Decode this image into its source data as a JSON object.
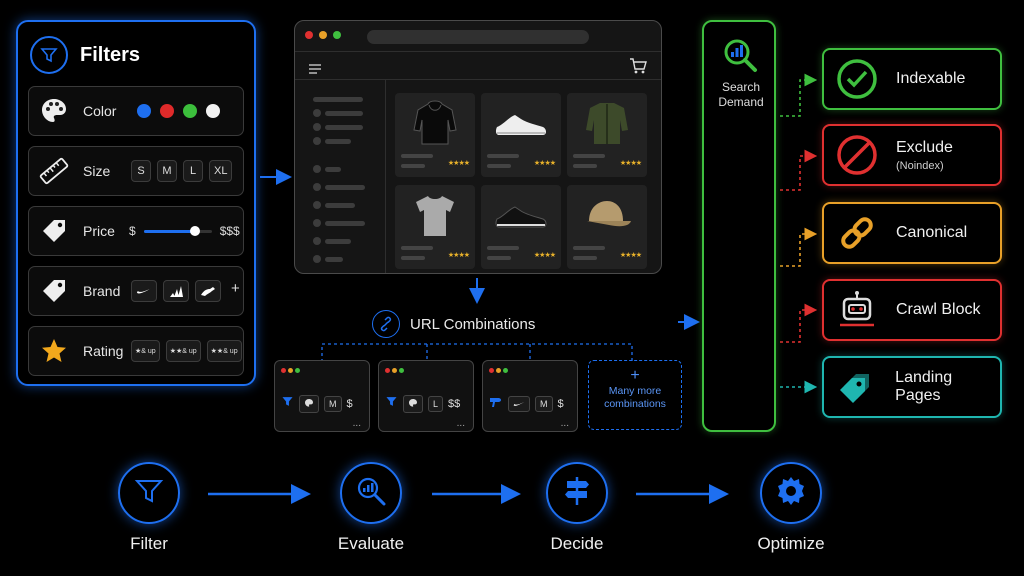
{
  "filters": {
    "title": "Filters",
    "rows": [
      {
        "label": "Color",
        "colors": [
          "#1e6ff0",
          "#e02a2a",
          "#3cbf3c",
          "#f2f2f2"
        ]
      },
      {
        "label": "Size",
        "options": [
          "S",
          "M",
          "L",
          "XL"
        ]
      },
      {
        "label": "Price",
        "min_label": "$",
        "max_label": "$$$",
        "slider_fraction": 0.75
      },
      {
        "label": "Brand",
        "more": "+"
      },
      {
        "label": "Rating",
        "options": [
          "★& up",
          "★★& up",
          "★★& up"
        ]
      }
    ]
  },
  "browser": {
    "products": [
      {
        "icon": "hoodie-icon",
        "rating": "★★★★"
      },
      {
        "icon": "sneaker-white-icon",
        "rating": "★★★★"
      },
      {
        "icon": "jacket-icon",
        "rating": "★★★★"
      },
      {
        "icon": "tshirt-icon",
        "rating": "★★★★"
      },
      {
        "icon": "sneaker-black-icon",
        "rating": "★★★★"
      },
      {
        "icon": "cap-icon",
        "rating": "★★★★"
      }
    ]
  },
  "url_combinations": {
    "title": "URL Combinations",
    "examples": [
      {
        "chips": [
          "M"
        ],
        "text": "$"
      },
      {
        "chips": [
          "L"
        ],
        "text": "$$"
      },
      {
        "chips": [
          "M"
        ],
        "text": "$"
      }
    ],
    "more_plus": "+",
    "more_line1": "Many more",
    "more_line2": "combinations",
    "ellipsis": "..."
  },
  "search_demand": {
    "line1": "Search",
    "line2": "Demand"
  },
  "outcomes": [
    {
      "label": "Indexable",
      "sub": "",
      "color": "#3fbf3f"
    },
    {
      "label": "Exclude",
      "sub": "(Noindex)",
      "color": "#e03030"
    },
    {
      "label": "Canonical",
      "sub": "",
      "color": "#e8a028"
    },
    {
      "label": "Crawl Block",
      "sub": "",
      "color": "#e03030"
    },
    {
      "label": "Landing Pages",
      "sub": "",
      "color": "#1fb6b0"
    }
  ],
  "process": [
    {
      "label": "Filter"
    },
    {
      "label": "Evaluate"
    },
    {
      "label": "Decide"
    },
    {
      "label": "Optimize"
    }
  ],
  "colors": {
    "accent": "#1e6ff0",
    "green": "#3fbf3f",
    "red": "#e03030",
    "orange": "#e8a028",
    "teal": "#1fb6b0"
  }
}
